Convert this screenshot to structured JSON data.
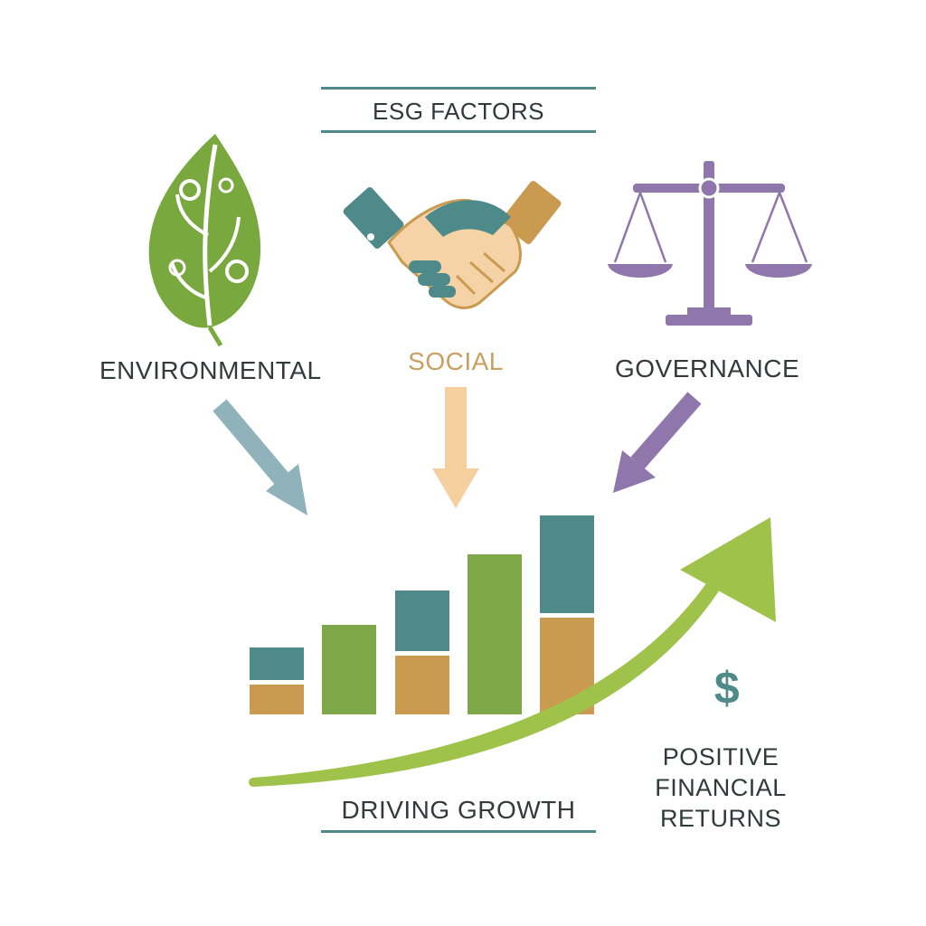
{
  "header": {
    "title": "ESG FACTORS"
  },
  "factors": [
    {
      "label": "ENVIRONMENTAL",
      "icon": "leaf-icon",
      "color": "#79a83f"
    },
    {
      "label": "SOCIAL",
      "icon": "handshake-icon",
      "color": "#d8a25a"
    },
    {
      "label": "GOVERNANCE",
      "icon": "scales-icon",
      "color": "#8f77ac"
    }
  ],
  "footer": {
    "growth_label": "DRIVING GROWTH",
    "currency_symbol": "$",
    "returns_line1": "POSITIVE",
    "returns_line2": "FINANCIAL",
    "returns_line3": "RETURNS"
  },
  "colors": {
    "teal": "#4f8a8b",
    "green": "#7ea847",
    "gold": "#c99a50",
    "purple": "#8f77ac",
    "light_green": "#9fc24a",
    "arrow_blue": "#8fb2bb",
    "arrow_peach": "#f5cf9e"
  }
}
